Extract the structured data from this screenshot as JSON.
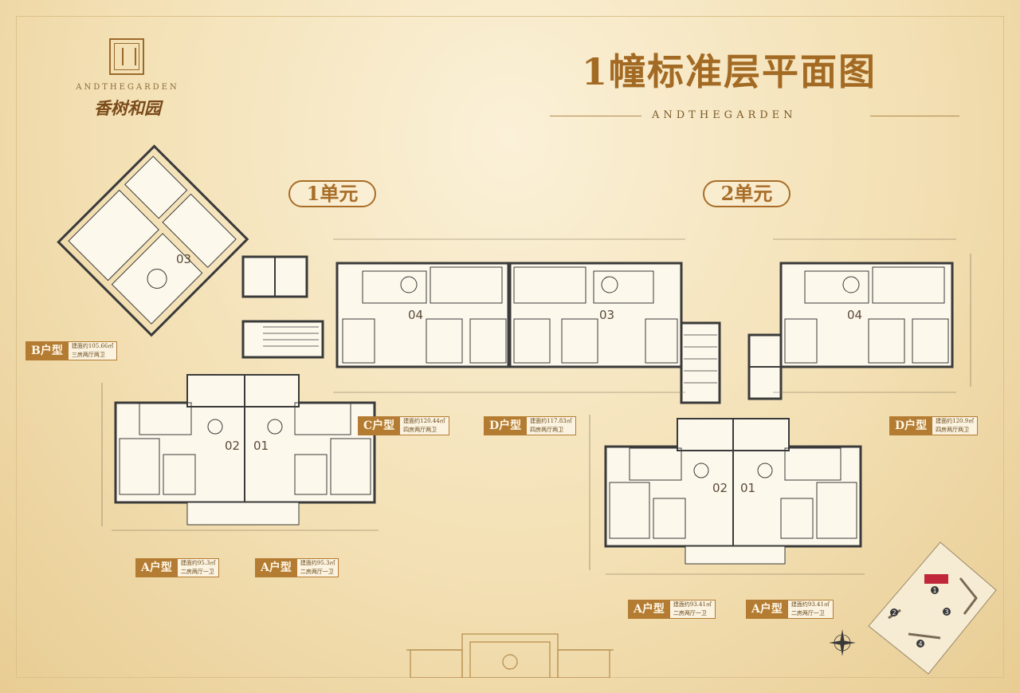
{
  "header": {
    "brand_en": "ANDTHEGARDEN",
    "brand_cn": "香树和园",
    "title": "1幢标准层平面图",
    "subtitle": "ANDTHEGARDEN"
  },
  "units": [
    "1单元",
    "2单元"
  ],
  "flat_numbers": {
    "u1_03": "03",
    "u1_02": "02",
    "u1_01": "01",
    "u1_04": "04",
    "u1_03b": "03",
    "u2_04": "04",
    "u2_02": "02",
    "u2_01": "01"
  },
  "types": {
    "b": {
      "label": "B户型",
      "area": "建面约105.66㎡",
      "layout": "三房两厅两卫"
    },
    "c": {
      "label": "C户型",
      "area": "建面约120.44㎡",
      "layout": "四房两厅两卫"
    },
    "d1": {
      "label": "D户型",
      "area": "建面约117.83㎡",
      "layout": "四房两厅两卫"
    },
    "d2": {
      "label": "D户型",
      "area": "建面约120.9㎡",
      "layout": "四房两厅两卫"
    },
    "a1": {
      "label": "A户型",
      "area": "建面约95.3㎡",
      "layout": "二房两厅一卫"
    },
    "a2": {
      "label": "A户型",
      "area": "建面约95.3㎡",
      "layout": "二房两厅一卫"
    },
    "a3": {
      "label": "A户型",
      "area": "建面约93.41㎡",
      "layout": "二房两厅一卫"
    },
    "a4": {
      "label": "A户型",
      "area": "建面约93.41㎡",
      "layout": "二房两厅一卫"
    }
  },
  "keyplan": {
    "n1": "1",
    "n2": "2",
    "n3": "3",
    "n4": "4"
  },
  "colors": {
    "gold": "#a86d28",
    "tag": "#b47c32",
    "wall": "#3a3a3a",
    "highlight": "#c0283a"
  }
}
